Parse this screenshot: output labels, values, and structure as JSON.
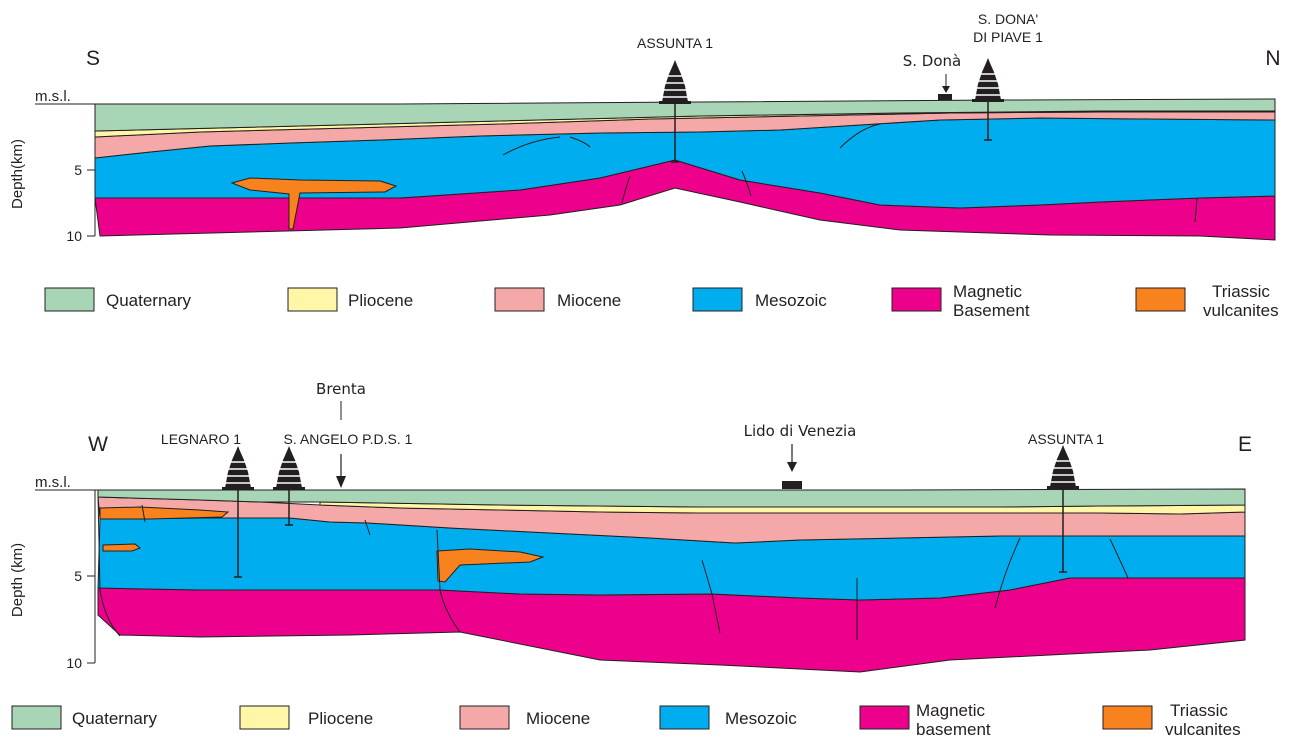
{
  "colors": {
    "quaternary": "#a8d5b5",
    "pliocene": "#fff6a8",
    "miocene": "#f4a9a8",
    "mesozoic": "#00aeef",
    "basement": "#ec008c",
    "triassic": "#f7821e",
    "line": "#231f20"
  },
  "top_section": {
    "left_direction": "S",
    "right_direction": "N",
    "msl_label": "m.s.l.",
    "y_axis_label": "Depth(km)",
    "depth_ticks": [
      "5",
      "10"
    ],
    "wells": [
      {
        "name": "ASSUNTA 1",
        "icon": "well-derrick-icon"
      },
      {
        "name_line1": "S. DONA'",
        "name_line2": "DI PIAVE 1",
        "icon": "well-derrick-icon"
      }
    ],
    "town": {
      "name": "S. Donà",
      "icon": "town-marker-icon"
    },
    "legend": [
      {
        "label": "Quaternary",
        "color": "#a8d5b5"
      },
      {
        "label": "Pliocene",
        "color": "#fff6a8"
      },
      {
        "label": "Miocene",
        "color": "#f4a9a8"
      },
      {
        "label": "Mesozoic",
        "color": "#00aeef"
      },
      {
        "label_line1": "Magnetic",
        "label_line2": "Basement",
        "color": "#ec008c"
      },
      {
        "label_line1": "Triassic",
        "label_line2": "vulcanites",
        "color": "#f7821e"
      }
    ]
  },
  "bottom_section": {
    "left_direction": "W",
    "right_direction": "E",
    "msl_label": "m.s.l.",
    "y_axis_label": "Depth (km)",
    "depth_ticks": [
      "5",
      "10"
    ],
    "wells": [
      {
        "name": "LEGNARO 1",
        "icon": "well-derrick-icon"
      },
      {
        "name": "S. ANGELO P.D.S. 1",
        "icon": "well-derrick-icon"
      },
      {
        "name": "ASSUNTA 1",
        "icon": "well-derrick-icon"
      }
    ],
    "river": {
      "name": "Brenta"
    },
    "town": {
      "name": "Lido di Venezia",
      "icon": "town-marker-icon"
    },
    "legend": [
      {
        "label": "Quaternary",
        "color": "#a8d5b5"
      },
      {
        "label": "Pliocene",
        "color": "#fff6a8"
      },
      {
        "label": "Miocene",
        "color": "#f4a9a8"
      },
      {
        "label": "Mesozoic",
        "color": "#00aeef"
      },
      {
        "label_line1": "Magnetic",
        "label_line2": "basement",
        "color": "#ec008c"
      },
      {
        "label_line1": "Triassic",
        "label_line2": "vulcanites",
        "color": "#f7821e"
      }
    ]
  }
}
